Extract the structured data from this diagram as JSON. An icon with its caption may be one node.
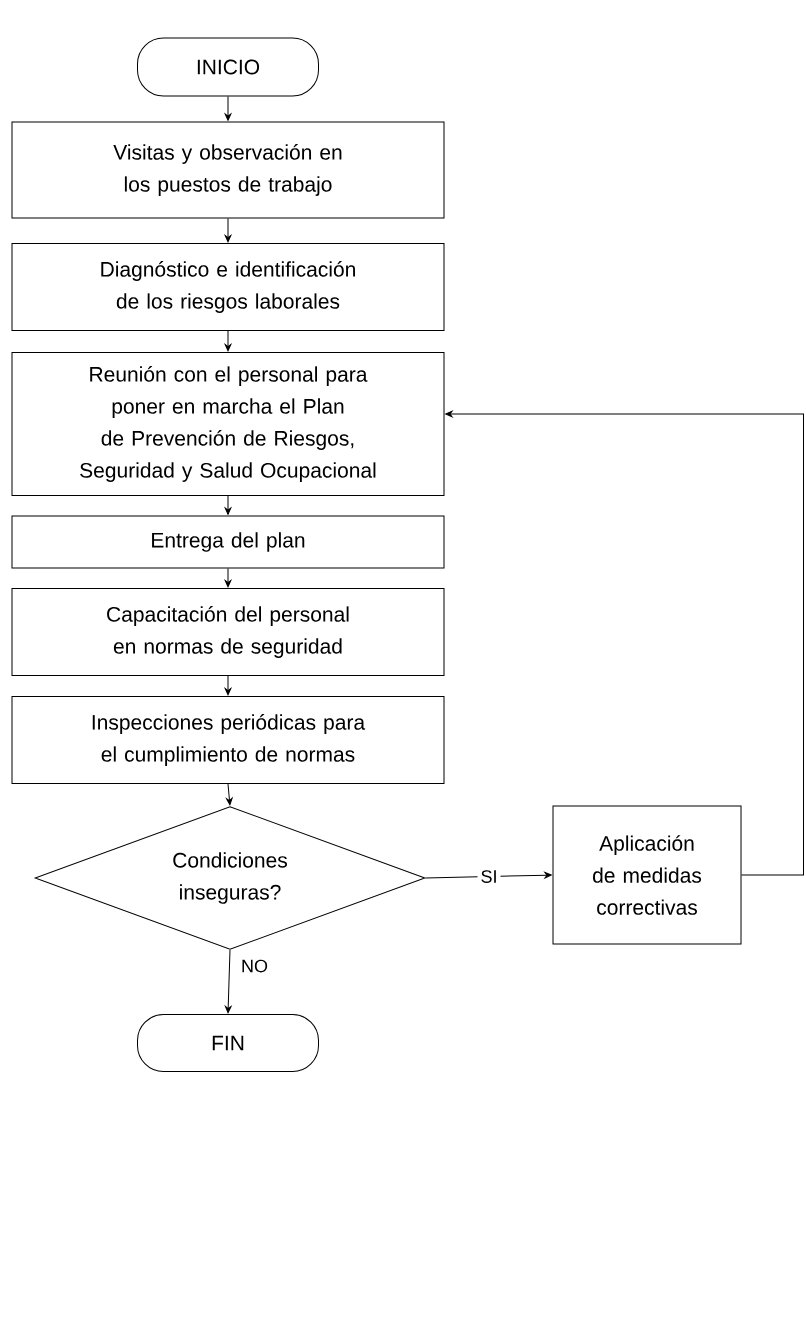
{
  "diagram": {
    "nodes": [
      {
        "text": [
          "INICIO"
        ]
      },
      {
        "text": [
          "Visitas y observación en los puestos de trabajo"
        ]
      },
      {
        "text": [
          "Diagnóstico e identificación de los riesgos laborales"
        ]
      },
      {
        "text": [
          "Reunión con el personal para poner en marcha el Plan de Prevención de Riesgos, Seguridad y Salud Ocupacional"
        ]
      },
      {
        "text": [
          "Entrega del plan"
        ]
      },
      {
        "text": [
          "Capacitación del personal en normas de seguridad"
        ]
      },
      {
        "text": [
          "Inspecciones periódicas para el cumplimiento de normas"
        ]
      },
      {
        "text": [
          "Condiciones inseguras?"
        ]
      },
      {
        "text": [
          "Aplicación de medidas correctivas"
        ]
      },
      {
        "text": [
          "FIN"
        ]
      }
    ],
    "edges": [
      {
        "from": 0,
        "to": 1,
        "arrow": "to"
      },
      {
        "from": 1,
        "to": 2,
        "arrow": "to"
      },
      {
        "from": 2,
        "to": 3,
        "arrow": "to"
      },
      {
        "from": 3,
        "to": 4,
        "arrow": "to"
      },
      {
        "from": 4,
        "to": 5,
        "arrow": "to"
      },
      {
        "from": 5,
        "to": 6,
        "arrow": "to"
      },
      {
        "from": 6,
        "to": 7,
        "arrow": "to"
      },
      {
        "from": 7,
        "to": 8,
        "arrow": "to",
        "label": "SI"
      },
      {
        "from": 7,
        "to": 9,
        "arrow": "to",
        "label": "NO"
      },
      {
        "from": 8,
        "to": 3,
        "arrow": "to"
      }
    ]
  }
}
